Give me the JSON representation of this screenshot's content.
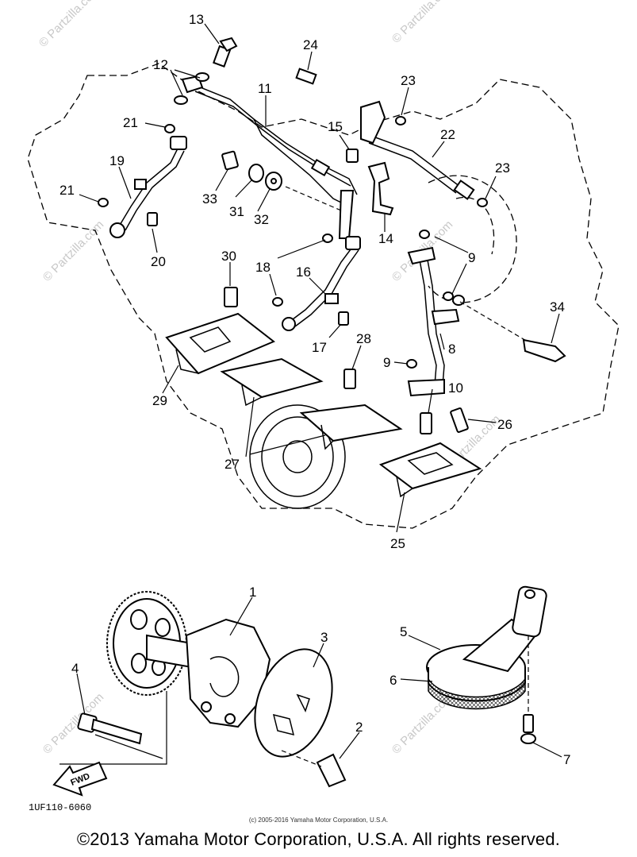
{
  "callouts": {
    "c1": "1",
    "c2": "2",
    "c3": "3",
    "c4": "4",
    "c5": "5",
    "c6": "6",
    "c7": "7",
    "c8": "8",
    "c9a": "9",
    "c9b": "9",
    "c10": "10",
    "c11": "11",
    "c12": "12",
    "c13": "13",
    "c14": "14",
    "c15": "15",
    "c16": "16",
    "c17": "17",
    "c18": "18",
    "c19": "19",
    "c20": "20",
    "c21a": "21",
    "c21b": "21",
    "c22": "22",
    "c23a": "23",
    "c23b": "23",
    "c24": "24",
    "c25": "25",
    "c26": "26",
    "c27": "27",
    "c28": "28",
    "c29": "29",
    "c30": "30",
    "c31": "31",
    "c32": "32",
    "c33": "33",
    "c34": "34"
  },
  "fwd_arrow_label": "FWD",
  "watermark": "© Partzilla.com",
  "drawing_code": "1UF110-6060",
  "small_copyright": "(c) 2005-2016 Yamaha Motor Corporation, U.S.A.",
  "copyright": "©2013 Yamaha Motor Corporation, U.S.A. All rights reserved."
}
